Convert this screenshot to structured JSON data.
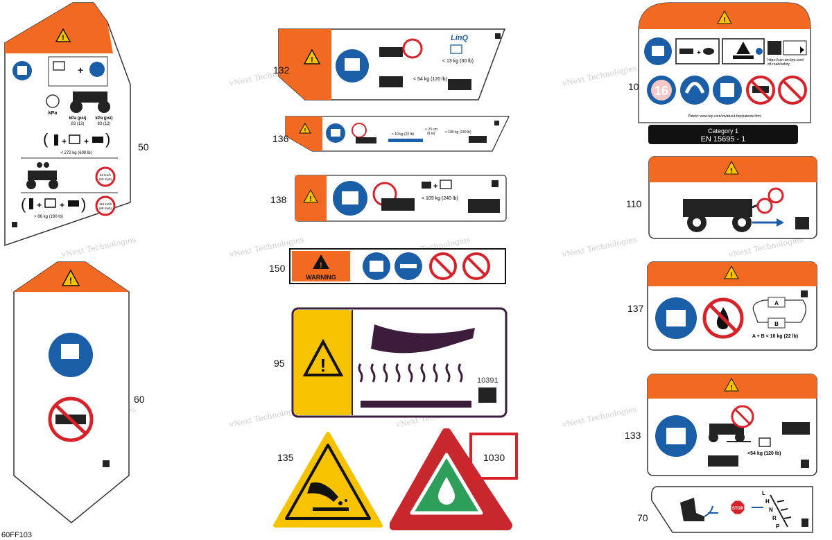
{
  "page_code": "60FF103",
  "watermark": "vNext Technologies",
  "callouts": {
    "c50": "50",
    "c60": "60",
    "c132": "132",
    "c136": "136",
    "c138": "138",
    "c150": "150",
    "c95": "95",
    "c135": "135",
    "c1030": "1030",
    "c10": "10",
    "c110": "110",
    "c137": "137",
    "c133": "133",
    "c70": "70"
  },
  "label_50": {
    "kpa": "kPa",
    "kpa_psi_1": "kPa (psi)",
    "kpa_psi_2": "kPa (psi)",
    "pressure_1": "83 (12)",
    "pressure_2": "83 (12)",
    "load_total": "< 272 kg (600 lb)",
    "speed_1_a": "83 km/h",
    "speed_1_b": "(50 mph)",
    "speed_2_a": "110 km/h",
    "speed_2_b": "(68 mph)",
    "load_driver": "> 86 kg (190 lb)"
  },
  "label_132": {
    "brand": "LinQ",
    "load_1": "< 13 kg (30 lb)",
    "load_2": "< 54 kg (120 lb)"
  },
  "label_136": {
    "load_1": "< 10 kg (22 lb)",
    "load_2": "< 23 cm",
    "load_2b": "(9 in)",
    "load_3": "< 109 kg (240 lb)"
  },
  "label_138": {
    "load": "< 109 kg (240 lb)"
  },
  "label_150": {
    "warning": "WARNING"
  },
  "label_95": {
    "code": "10391"
  },
  "label_10": {
    "url_1": "https://can-am.brp.com/",
    "url_2": "off-road/safety",
    "patent": "Patent: www.brp.com/en/about-brp/patents.html",
    "category": "Category 1",
    "standard": "EN 15695 - 1",
    "age": "16"
  },
  "label_137": {
    "a": "A",
    "b": "B",
    "load": "A + B < 10 kg (22 lb)"
  },
  "label_133": {
    "load": "<54 kg (120 lb)"
  },
  "label_70": {
    "stop": "STOP",
    "gear_l": "L",
    "gear_h": "H",
    "gear_n": "N",
    "gear_r": "R",
    "gear_p": "P"
  },
  "colors": {
    "orange": "#f26a21",
    "blue": "#1a5ea8",
    "red": "#d8222a",
    "yellow": "#f7c300",
    "green": "#2e9e5b",
    "black": "#111111",
    "red_triangle": "#c8272e"
  }
}
